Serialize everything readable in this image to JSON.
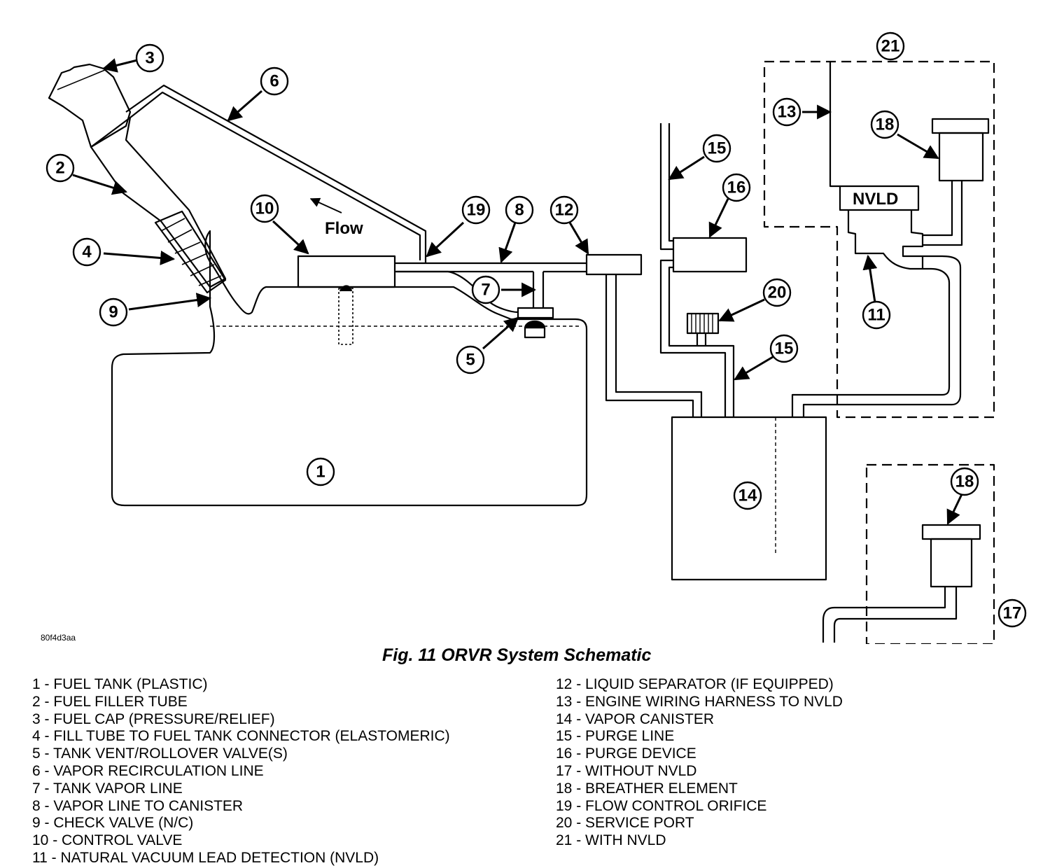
{
  "figure": {
    "code": "80f4d3aa",
    "title": "Fig. 11 ORVR System Schematic",
    "flow_label": "Flow",
    "nvld_label": "NVLD"
  },
  "callouts": {
    "c1": "1",
    "c2": "2",
    "c3": "3",
    "c4": "4",
    "c5": "5",
    "c6": "6",
    "c7": "7",
    "c8": "8",
    "c9": "9",
    "c10": "10",
    "c11": "11",
    "c12": "12",
    "c13": "13",
    "c14": "14",
    "c15a": "15",
    "c15b": "15",
    "c16": "16",
    "c17": "17",
    "c18a": "18",
    "c18b": "18",
    "c19": "19",
    "c20": "20",
    "c21": "21"
  },
  "legend_left": [
    "1 - FUEL TANK (PLASTIC)",
    "2 - FUEL FILLER TUBE",
    "3 - FUEL CAP (PRESSURE/RELIEF)",
    "4 - FILL TUBE TO FUEL TANK CONNECTOR (ELASTOMERIC)",
    "5 - TANK VENT/ROLLOVER VALVE(S)",
    "6 - VAPOR RECIRCULATION LINE",
    "7 - TANK VAPOR LINE",
    "8 - VAPOR LINE TO CANISTER",
    "9 - CHECK VALVE (N/C)",
    "10 - CONTROL VALVE",
    "11 - NATURAL VACUUM LEAD DETECTION (NVLD)"
  ],
  "legend_right": [
    "12 - LIQUID SEPARATOR (IF EQUIPPED)",
    "13 - ENGINE WIRING HARNESS TO NVLD",
    "14 - VAPOR CANISTER",
    "15 - PURGE LINE",
    "16 - PURGE DEVICE",
    "17 - WITHOUT NVLD",
    "18 - BREATHER ELEMENT",
    "19 - FLOW CONTROL ORIFICE",
    "20 - SERVICE PORT",
    "21 - WITH NVLD"
  ]
}
